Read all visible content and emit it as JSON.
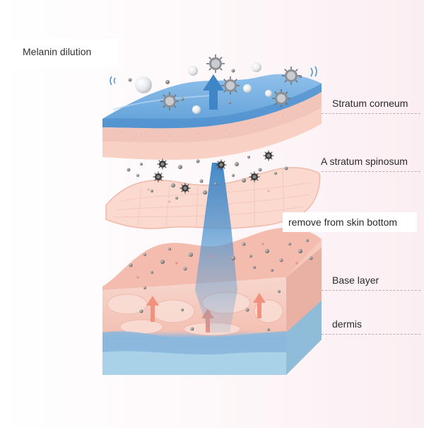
{
  "title": "Melanin dilution",
  "labels": {
    "stratum_corneum": "Stratum corneum",
    "stratum_spinosum": "A stratum spinosum",
    "skin_bottom": "remove from skin bottom",
    "base_layer": "Base layer",
    "dermis": "dermis"
  },
  "colors": {
    "corneum_blue": "#7ab2e0",
    "skin_pink": "#f6c8bd",
    "dermis_blue": "#9cc8e2",
    "arrow_blue": "#4e94cf",
    "arrow_pink": "#f0927e",
    "melanin_grey": "#7a7a7a"
  },
  "icons": [
    "melanin-particle-icon",
    "sphere-particle-icon",
    "up-arrow-icon"
  ]
}
